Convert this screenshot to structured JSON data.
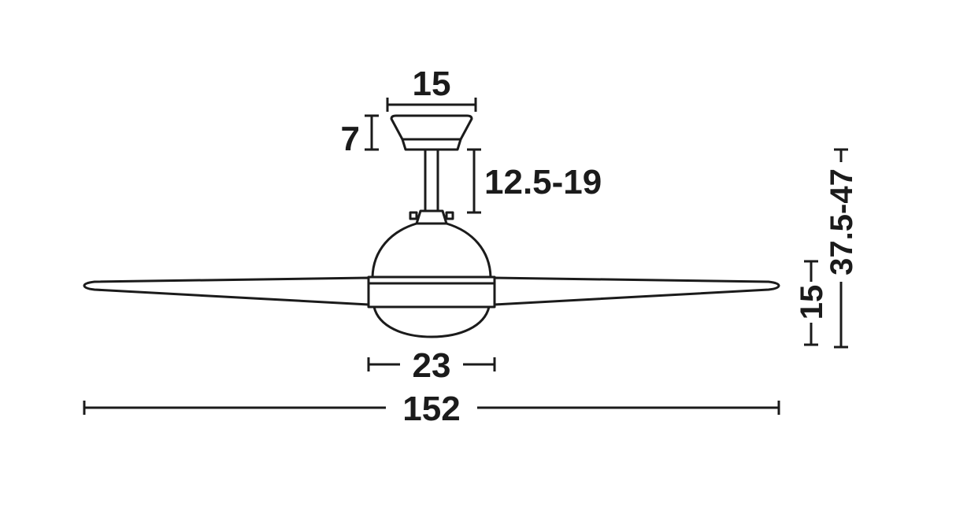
{
  "diagram": {
    "type": "technical-dimension-drawing",
    "labels": {
      "canopy_width": "15",
      "canopy_height": "7",
      "downrod_length": "12.5-19",
      "body_height": "15",
      "total_height": "37.5-47",
      "light_kit_width": "23",
      "blade_span": "152"
    },
    "colors": {
      "ink": "#1b1b1b",
      "background": "#ffffff"
    }
  }
}
